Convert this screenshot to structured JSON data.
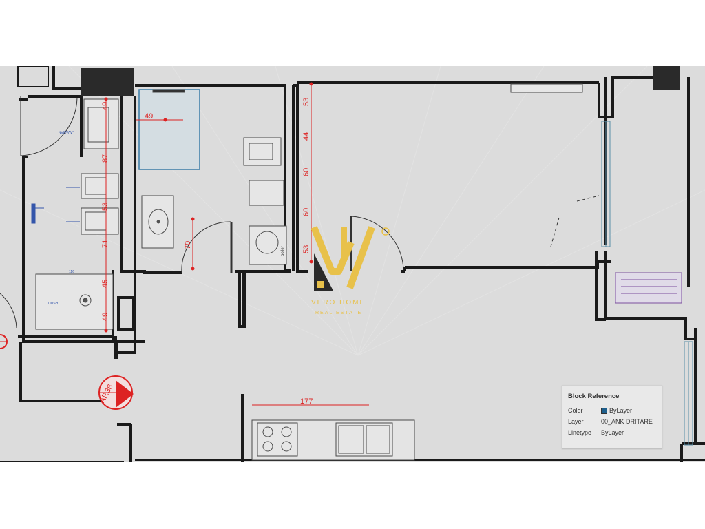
{
  "colors": {
    "wall": "#1a1a1a",
    "floor": "#e2e2e2",
    "dimension": "#dd2222",
    "fixture": "#444444",
    "watermark": "#e8c14a",
    "swatch": "#1e5f8c"
  },
  "plan": {
    "dimensions": {
      "d49_top": "49",
      "d49_left": "49",
      "d87": "87",
      "d53_left": "53",
      "d71": "71",
      "d45": "45",
      "d49_bottom": "49",
      "d70": "70",
      "d53_top": "53",
      "d44": "44",
      "d60_a": "60",
      "d60_b": "60",
      "d53_bottom": "53",
      "d177": "177",
      "d116": "116"
    },
    "boiler_label": "boiler",
    "marker_label": "AP.38"
  },
  "watermark": {
    "brand": "VERO HOME",
    "tagline": "REAL ESTATE",
    "icon": "vh-logo-icon"
  },
  "block_reference": {
    "title": "Block Reference",
    "rows": [
      {
        "key": "Color",
        "value": "ByLayer"
      },
      {
        "key": "Layer",
        "value": "00_ANK DRITARE"
      },
      {
        "key": "Linetype",
        "value": "ByLayer"
      }
    ]
  }
}
